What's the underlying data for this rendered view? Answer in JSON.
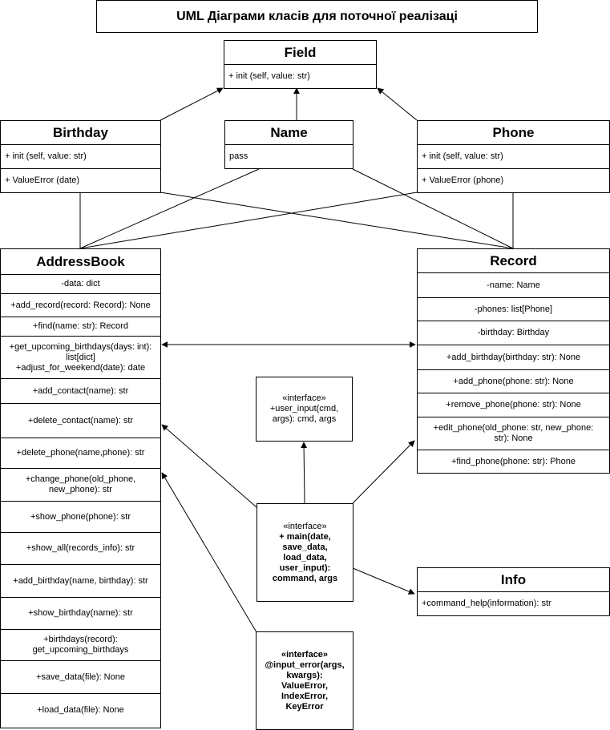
{
  "title": "UML Діаграми класів для поточної реалізаці",
  "field": {
    "name": "Field",
    "members": [
      "+ init (self, value: str)"
    ]
  },
  "birthday": {
    "name": "Birthday",
    "members": [
      "+ init (self, value: str)",
      "+ ValueError (date)"
    ]
  },
  "name_cls": {
    "name": "Name",
    "members": [
      "pass"
    ]
  },
  "phone": {
    "name": "Phone",
    "members": [
      "+ init (self, value: str)",
      "+ ValueError (phone)"
    ]
  },
  "addressbook": {
    "name": "AddressBook",
    "members": [
      "-data: dict",
      "+add_record(record: Record): None",
      "+find(name: str): Record",
      "+get_upcoming_birthdays(days: int): list[dict]",
      "+adjust_for_weekend(date): date",
      "+add_contact(name): str",
      "+delete_contact(name): str",
      "+delete_phone(name,phone): str",
      "+change_phone(old_phone, new_phone): str",
      "+show_phone(phone): str",
      "+show_all(records_info): str",
      "+add_birthday(name, birthday): str",
      "+show_birthday(name): str",
      "+birthdays(record): get_upcoming_birthdays",
      "+save_data(file): None",
      "+load_data(file): None"
    ]
  },
  "record": {
    "name": "Record",
    "members": [
      "-name: Name",
      "-phones: list[Phone]",
      "-birthday: Birthday",
      "+add_birthday(birthday: str): None",
      "+add_phone(phone: str): None",
      "+remove_phone(phone: str): None",
      "+edit_phone(old_phone: str, new_phone: str): None",
      "+find_phone(phone: str): Phone"
    ]
  },
  "info": {
    "name": "Info",
    "members": [
      "+command_help(information): str"
    ]
  },
  "iface_user_input": {
    "stereotype": "«interface»",
    "text": "+user_input(cmd, args): cmd, args"
  },
  "iface_main": {
    "stereotype": "«interface»",
    "text": "+ main(date, save_data, load_data, user_input): command, args"
  },
  "iface_input_error": {
    "stereotype": "«interface»",
    "text": "@input_error(args, kwargs): ValueError, IndexError, KeyError"
  }
}
